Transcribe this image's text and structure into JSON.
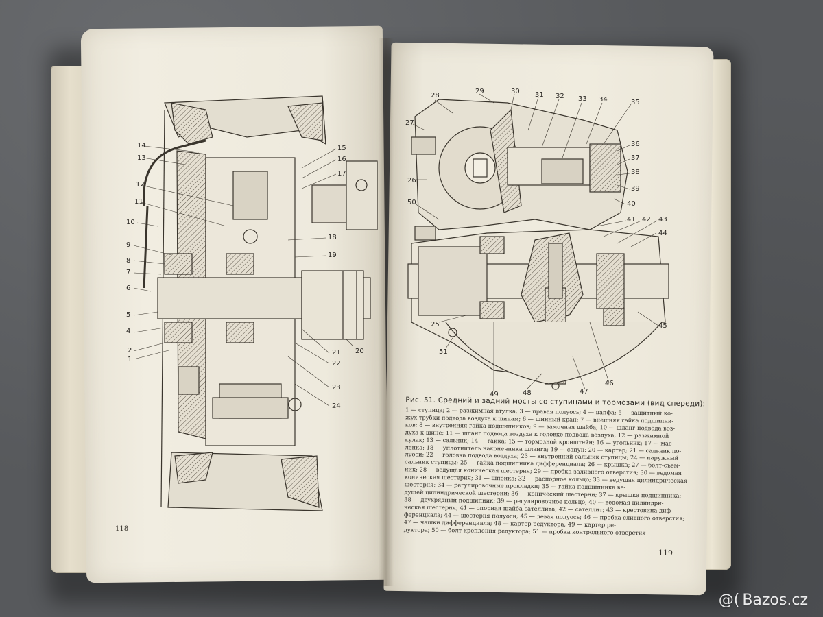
{
  "book": {
    "left_page": {
      "page_number": "118",
      "labels": [
        "14",
        "13",
        "12",
        "11",
        "10",
        "9",
        "8",
        "7",
        "6",
        "5",
        "4",
        "2",
        "1",
        "15",
        "16",
        "17",
        "18",
        "19",
        "21",
        "20",
        "22",
        "23",
        "24"
      ]
    },
    "right_page": {
      "page_number": "119",
      "labels_top": [
        "28",
        "29",
        "30",
        "31",
        "32",
        "33",
        "34",
        "35"
      ],
      "labels_left": [
        "27",
        "26",
        "50",
        "25",
        "51"
      ],
      "labels_right": [
        "36",
        "37",
        "38",
        "39",
        "40",
        "41",
        "42",
        "43",
        "44",
        "45"
      ],
      "labels_bottom": [
        "49",
        "48",
        "47",
        "46"
      ],
      "caption_title": "Рис. 51. Средний и задний мосты со ступицами и тормозами (вид спереди):",
      "caption_lines": [
        "1 — ступица; 2 — разжимная втулка; 3 — правая полуось; 4 — цапфа; 5 — защитный ко-",
        "жух трубки подвода воздуха к шинам; 6 — шинный кран; 7 — внешняя гайка подшипни-",
        "ков; 8 — внутренняя гайка подшипников; 9 — замочная шайба; 10 — шланг подвода воз-",
        "духа к шине; 11 — шланг подвода воздуха к головке подвода воздуха; 12 — разжимной",
        "кулак; 13 — сальник; 14 — гайка; 15 — тормозной кронштейн; 16 — угольник; 17 — мас-",
        "ленка; 18 — уплотнитель наконечника шланга; 19 — сапун; 20 — картер; 21 — сальник по-",
        "луоси; 22 — головка подвода воздуха; 23 — внутренний сальник ступицы; 24 — наружный",
        "сальник ступицы; 25 — гайка подшипника дифференциала; 26 — крышка; 27 — болт-съем-",
        "ник; 28 — ведущая коническая шестерня; 29 — пробка заливного отверстия; 30 — ведомая",
        "коническая шестерня; 31 — шпонка; 32 — распорное кольцо; 33 — ведущая цилиндрическая",
        "шестерня; 34 — регулировочные прокладки; 35 — гайка подшипника ве-",
        "дущей цилиндрической шестерни; 36 — конический шестерни; 37 — крышка подшипника;",
        "38 — двухрядный подшипник; 39 — регулировочное кольцо; 40 — ведомая цилиндри-",
        "ческая шестерня; 41 — опорная шайба сателлита; 42 — сателлит; 43 — крестовина диф-",
        "ференциала; 44 — шестерня полуоси; 45 — левая полуось; 46 — пробка сливного отверстия;",
        "47 — чашки дифференциала; 48 — картер редуктора; 49 — картер ре-",
        "дуктора; 50 — болт крепления редуктора; 51 — пробка контрольного отверстия"
      ]
    }
  },
  "watermark": {
    "symbol": "@(",
    "text": "Bazos.cz"
  }
}
